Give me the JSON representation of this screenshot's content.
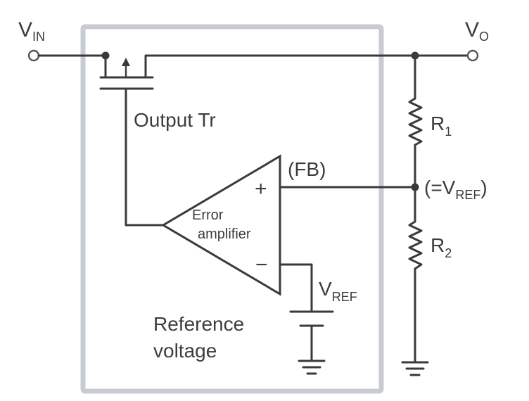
{
  "labels": {
    "vin_main": "V",
    "vin_sub": "IN",
    "vo_main": "V",
    "vo_sub": "O",
    "output_tr": "Output Tr",
    "r1_main": "R",
    "r1_sub": "1",
    "r2_main": "R",
    "r2_sub": "2",
    "fb": "(FB)",
    "eq_vref_prefix": "(=V",
    "eq_vref_sub": "REF",
    "eq_vref_suffix": ")",
    "plus_sign": "+",
    "minus_sign": "−",
    "error_amp_line1": "Error",
    "error_amp_line2": "amplifier",
    "vref_main": "V",
    "vref_sub": "REF",
    "reference_line1": "Reference",
    "reference_line2": "voltage"
  },
  "colors": {
    "wire": "#3a3a3a",
    "ic_box": "#c8ccd2",
    "text": "#3d3d3d"
  }
}
